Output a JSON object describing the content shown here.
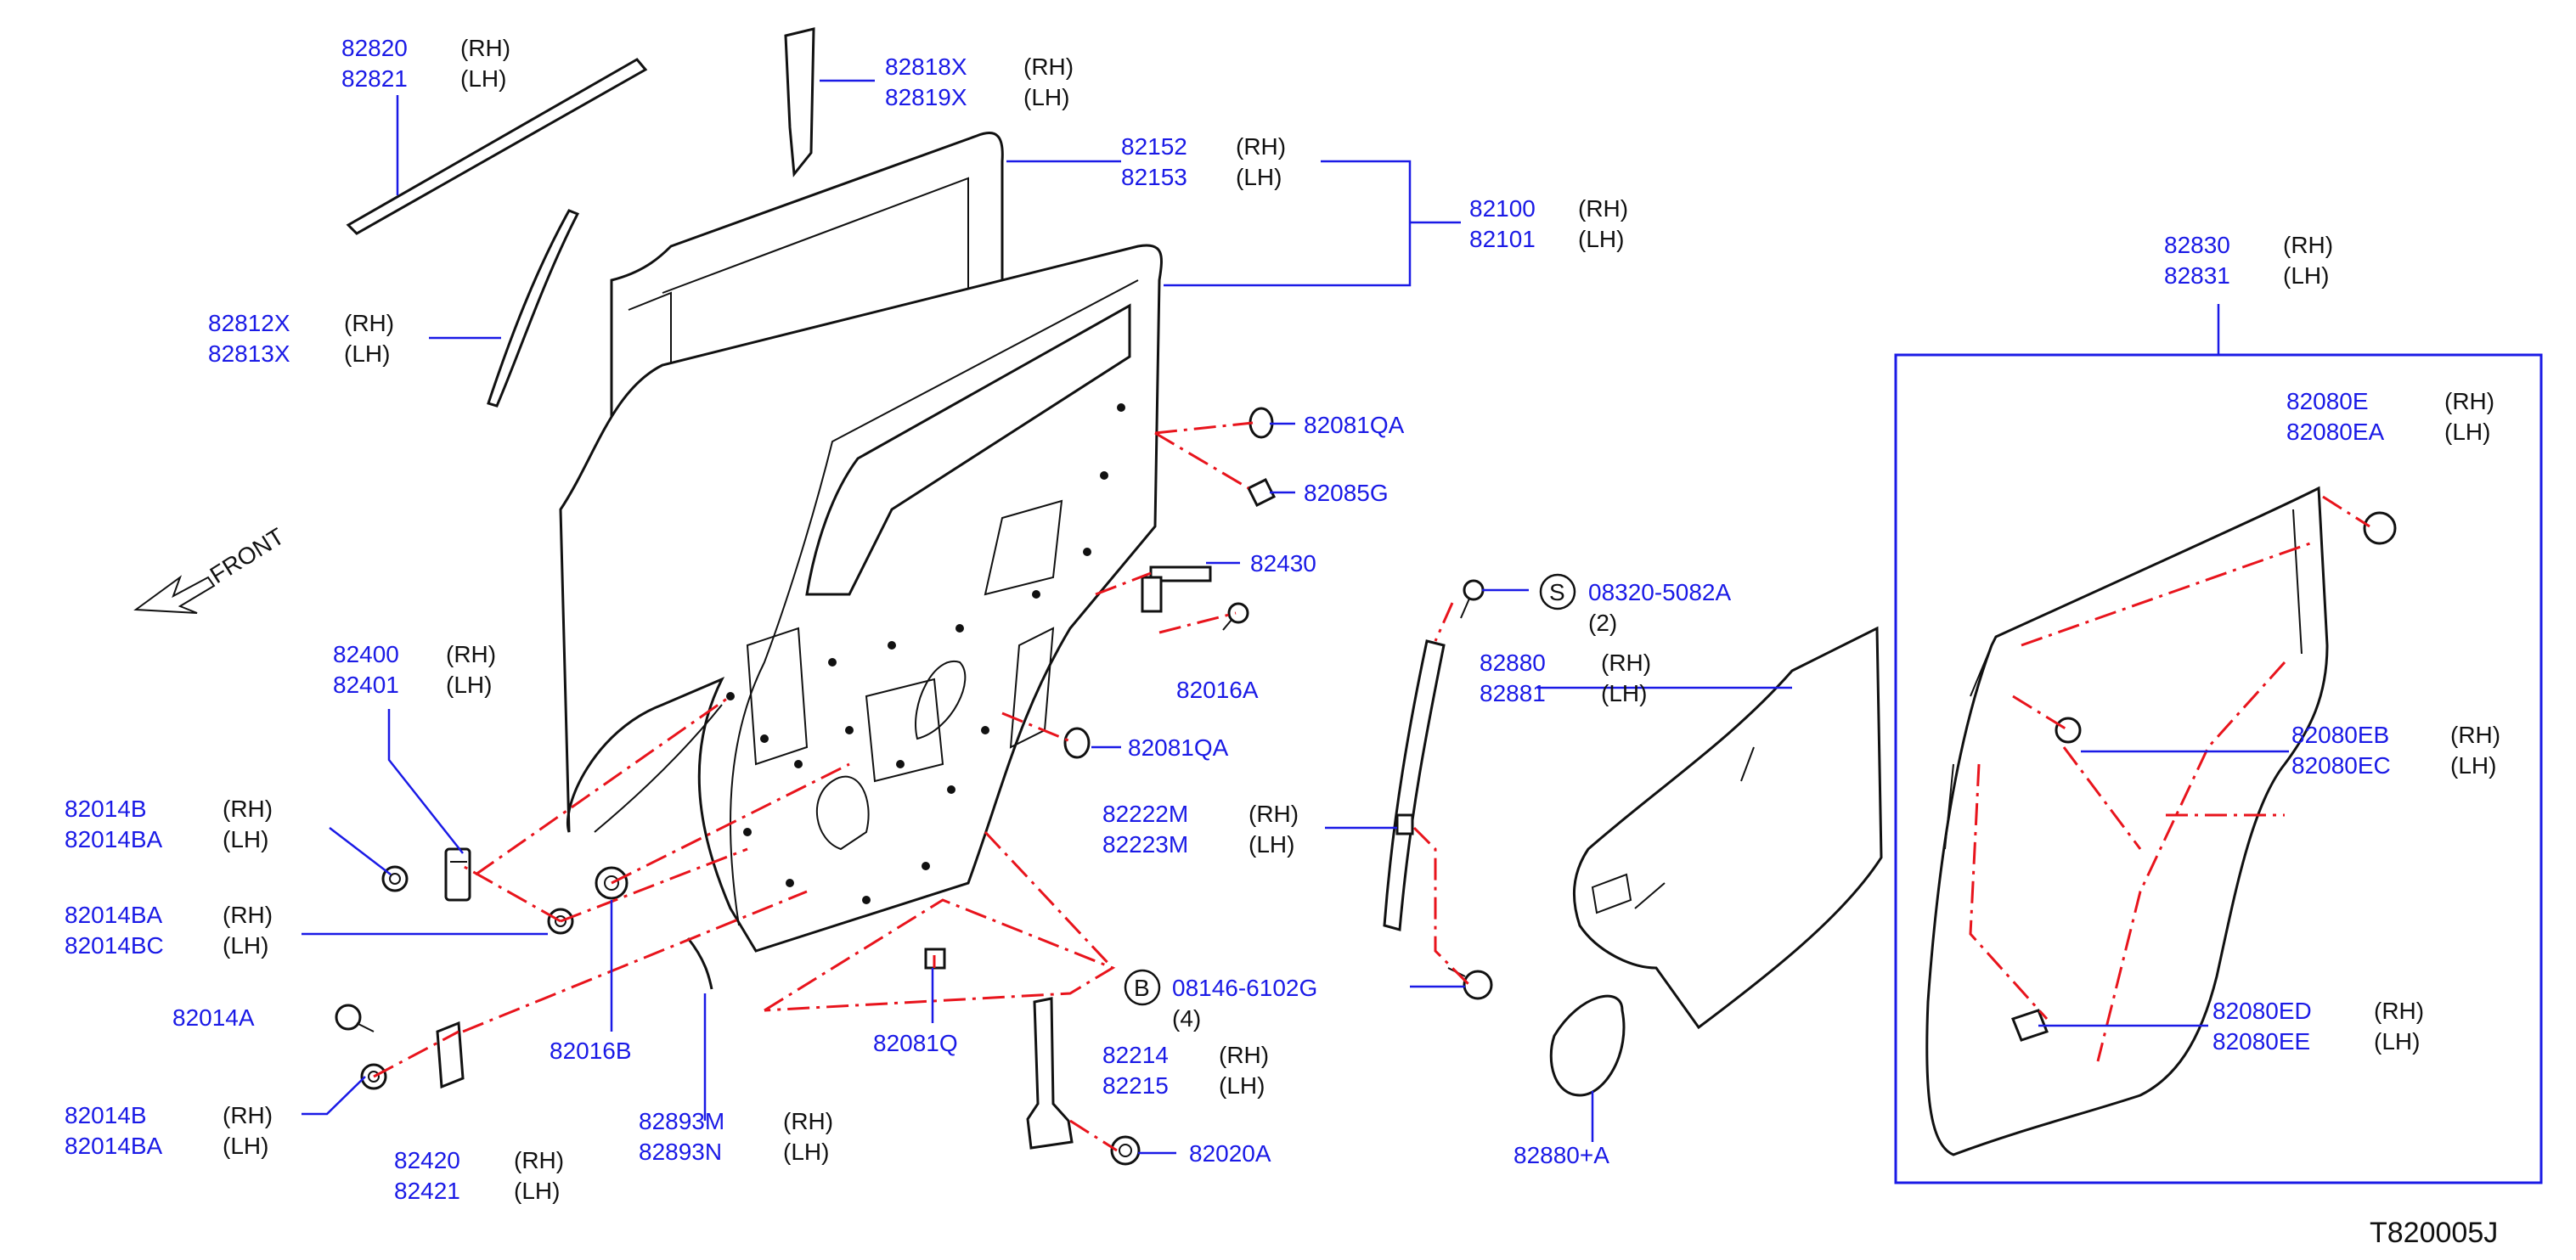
{
  "diagram_id": "T820005J",
  "front_label": "FRONT",
  "colors": {
    "part_number": "#1a1ae6",
    "leader": "#1a1ae6",
    "dash": "#e8141c",
    "frame": "#1a1ae6"
  },
  "callouts": [
    {
      "id": "c1",
      "parts": [
        {
          "pn": "82820",
          "side": "(RH)"
        },
        {
          "pn": "82821",
          "side": "(LH)"
        }
      ]
    },
    {
      "id": "c2",
      "parts": [
        {
          "pn": "82818X",
          "side": "(RH)"
        },
        {
          "pn": "82819X",
          "side": "(LH)"
        }
      ]
    },
    {
      "id": "c3",
      "parts": [
        {
          "pn": "82152",
          "side": "(RH)"
        },
        {
          "pn": "82153",
          "side": "(LH)"
        }
      ]
    },
    {
      "id": "c4",
      "parts": [
        {
          "pn": "82100",
          "side": "(RH)"
        },
        {
          "pn": "82101",
          "side": "(LH)"
        }
      ]
    },
    {
      "id": "c5",
      "parts": [
        {
          "pn": "82812X",
          "side": "(RH)"
        },
        {
          "pn": "82813X",
          "side": "(LH)"
        }
      ]
    },
    {
      "id": "c6",
      "parts": [
        {
          "pn": "82081QA",
          "side": ""
        }
      ]
    },
    {
      "id": "c7",
      "parts": [
        {
          "pn": "82085G",
          "side": ""
        }
      ]
    },
    {
      "id": "c8",
      "parts": [
        {
          "pn": "82430",
          "side": ""
        }
      ]
    },
    {
      "id": "c9",
      "parts": [
        {
          "pn": "82016A",
          "side": ""
        }
      ]
    },
    {
      "id": "c10",
      "parts": [
        {
          "pn": "82081QA",
          "side": ""
        }
      ]
    },
    {
      "id": "c11",
      "parts": [
        {
          "pn": "82400",
          "side": "(RH)"
        },
        {
          "pn": "82401",
          "side": "(LH)"
        }
      ]
    },
    {
      "id": "c12",
      "parts": [
        {
          "pn": "82014B",
          "side": "(RH)"
        },
        {
          "pn": "82014BA",
          "side": "(LH)"
        }
      ]
    },
    {
      "id": "c13",
      "parts": [
        {
          "pn": "82014BA",
          "side": "(RH)"
        },
        {
          "pn": "82014BC",
          "side": "(LH)"
        }
      ]
    },
    {
      "id": "c14",
      "parts": [
        {
          "pn": "82014A",
          "side": ""
        }
      ]
    },
    {
      "id": "c15",
      "parts": [
        {
          "pn": "82014B",
          "side": "(RH)"
        },
        {
          "pn": "82014BA",
          "side": "(LH)"
        }
      ]
    },
    {
      "id": "c16",
      "parts": [
        {
          "pn": "82420",
          "side": "(RH)"
        },
        {
          "pn": "82421",
          "side": "(LH)"
        }
      ]
    },
    {
      "id": "c17",
      "parts": [
        {
          "pn": "82016B",
          "side": ""
        }
      ]
    },
    {
      "id": "c18",
      "parts": [
        {
          "pn": "82893M",
          "side": "(RH)"
        },
        {
          "pn": "82893N",
          "side": "(LH)"
        }
      ]
    },
    {
      "id": "c19",
      "parts": [
        {
          "pn": "82081Q",
          "side": ""
        }
      ]
    },
    {
      "id": "c20",
      "parts": [
        {
          "pn": "82222M",
          "side": "(RH)"
        },
        {
          "pn": "82223M",
          "side": "(LH)"
        }
      ]
    },
    {
      "id": "c21",
      "parts": [
        {
          "pn": "82214",
          "side": "(RH)"
        },
        {
          "pn": "82215",
          "side": "(LH)"
        }
      ]
    },
    {
      "id": "c22",
      "parts": [
        {
          "pn": "82020A",
          "side": ""
        }
      ]
    },
    {
      "id": "c23",
      "parts": [
        {
          "pn": "08320-5082A",
          "side": "(2)"
        }
      ],
      "badge": "S"
    },
    {
      "id": "c24",
      "parts": [
        {
          "pn": "82880",
          "side": "(RH)"
        },
        {
          "pn": "82881",
          "side": "(LH)"
        }
      ]
    },
    {
      "id": "c25",
      "parts": [
        {
          "pn": "08146-6102G",
          "side": "(4)"
        }
      ],
      "badge": "B"
    },
    {
      "id": "c26",
      "parts": [
        {
          "pn": "82880+A",
          "side": ""
        }
      ]
    },
    {
      "id": "c27",
      "parts": [
        {
          "pn": "82830",
          "side": "(RH)"
        },
        {
          "pn": "82831",
          "side": "(LH)"
        }
      ]
    },
    {
      "id": "c28",
      "parts": [
        {
          "pn": "82080E",
          "side": "(RH)"
        },
        {
          "pn": "82080EA",
          "side": "(LH)"
        }
      ]
    },
    {
      "id": "c29",
      "parts": [
        {
          "pn": "82080EB",
          "side": "(RH)"
        },
        {
          "pn": "82080EC",
          "side": "(LH)"
        }
      ]
    },
    {
      "id": "c30",
      "parts": [
        {
          "pn": "82080ED",
          "side": "(RH)"
        },
        {
          "pn": "82080EE",
          "side": "(LH)"
        }
      ]
    }
  ]
}
